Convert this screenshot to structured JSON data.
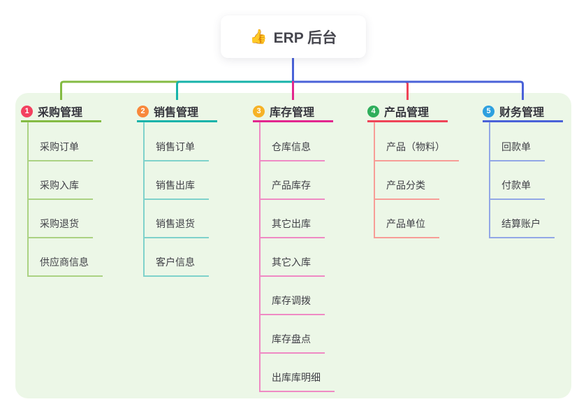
{
  "root": {
    "label": "ERP 后台",
    "icon": "thumbs-up-emoji",
    "emoji": "👍"
  },
  "colors": {
    "canvas_bg": "#ffffff",
    "panel_bg": "#ecf7e7",
    "root_text": "#46464e",
    "branch_title_text": "#35353d",
    "item_text": "#3f3f46",
    "root_line": "#4a62d8"
  },
  "branches": [
    {
      "badge": "1",
      "title": "采购管理",
      "color": "#84bb43",
      "light": "#abd283",
      "badge_color": "#f3415f",
      "items": [
        "采购订单",
        "采购入库",
        "采购退货",
        "供应商信息"
      ]
    },
    {
      "badge": "2",
      "title": "销售管理",
      "color": "#17b3aa",
      "light": "#7fd2cb",
      "badge_color": "#f8883b",
      "items": [
        "销售订单",
        "销售出库",
        "销售退货",
        "客户信息"
      ]
    },
    {
      "badge": "3",
      "title": "库存管理",
      "color": "#e2268e",
      "light": "#ef8ac4",
      "badge_color": "#f6b226",
      "items": [
        "仓库信息",
        "产品库存",
        "其它出库",
        "其它入库",
        "库存调拨",
        "库存盘点",
        "出库库明细"
      ]
    },
    {
      "badge": "4",
      "title": "产品管理",
      "color": "#ef4458",
      "light": "#f79d97",
      "badge_color": "#2fae5c",
      "items": [
        "产品（物料）",
        "产品分类",
        "产品单位"
      ]
    },
    {
      "badge": "5",
      "title": "财务管理",
      "color": "#4a62d8",
      "light": "#92a7e6",
      "badge_color": "#2ea0df",
      "items": [
        "回款单",
        "付款单",
        "结算账户"
      ]
    }
  ]
}
